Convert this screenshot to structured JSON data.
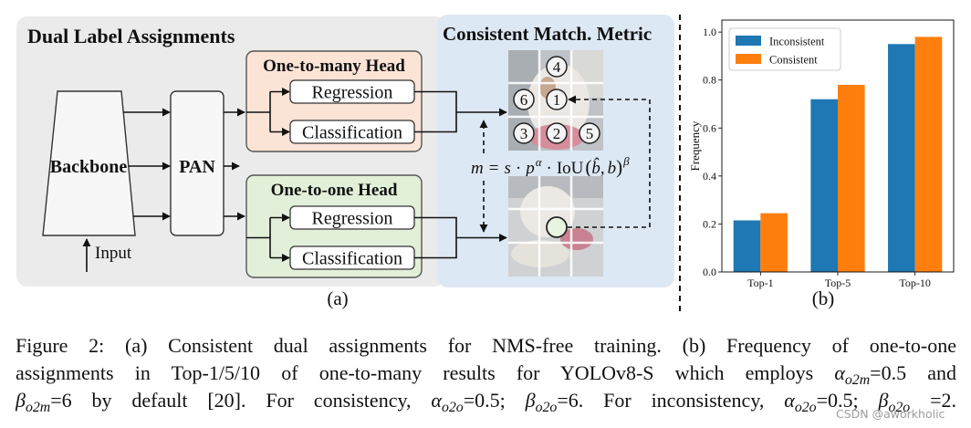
{
  "panel_a": {
    "title": "Dual Label Assignments",
    "backbone": "Backbone",
    "input": "Input",
    "pan": "PAN",
    "one_to_many_head": {
      "title": "One-to-many Head",
      "regression": "Regression",
      "classification": "Classification"
    },
    "one_to_one_head": {
      "title": "One-to-one Head",
      "regression": "Regression",
      "classification": "Classification"
    },
    "label": "(a)"
  },
  "match_metric": {
    "title": "Consistent Match. Metric",
    "formula": {
      "m": "m",
      "equals": "=",
      "s": "s",
      "dot": "·",
      "p": "p",
      "alpha": "α",
      "iou": "IoU",
      "open_paren": "(",
      "b_hat": "b̂",
      "comma": ",",
      "b": "b",
      "close_paren": ")",
      "beta": "β"
    },
    "ranked_predictions": [
      "4",
      "6",
      "1",
      "3",
      "2",
      "5"
    ]
  },
  "panel_b_label": "(b)",
  "chart_data": {
    "type": "bar",
    "categories": [
      "Top-1",
      "Top-5",
      "Top-10"
    ],
    "series": [
      {
        "name": "Inconsistent",
        "values": [
          0.215,
          0.72,
          0.95
        ],
        "color": "#1f77b4"
      },
      {
        "name": "Consistent",
        "values": [
          0.245,
          0.78,
          0.98
        ],
        "color": "#ff7f0e"
      }
    ],
    "ylabel": "Frequency",
    "ylim": [
      0,
      1.05
    ],
    "yticks": [
      0.0,
      0.2,
      0.4,
      0.6,
      0.8,
      1.0
    ],
    "ytick_labels": [
      "0.0",
      "0.2",
      "0.4",
      "0.6",
      "0.8",
      "1.0"
    ],
    "legend_position": "top-left",
    "grid": false
  },
  "caption": {
    "lines": [
      [
        {
          "text": "Figure 2: (a) Consistent dual assignments for NMS-free training. (b) Frequency of one-to-one"
        }
      ],
      [
        {
          "text": "assignments in Top-1/5/10 of one-to-many results for YOLOv8-S which employs "
        },
        {
          "text": "α",
          "italic": true
        },
        {
          "text": "o2m",
          "sub": true
        },
        {
          "text": "=0.5 and"
        }
      ],
      [
        {
          "text": "β",
          "italic": true
        },
        {
          "text": "o2m",
          "sub": true
        },
        {
          "text": "=6 by default [20]. For consistency, "
        },
        {
          "text": "α",
          "italic": true
        },
        {
          "text": "o2o",
          "sub": true
        },
        {
          "text": "=0.5; "
        },
        {
          "text": "β",
          "italic": true
        },
        {
          "text": "o2o",
          "sub": true
        },
        {
          "text": "=6. For inconsistency, "
        },
        {
          "text": "α",
          "italic": true
        },
        {
          "text": "o2o",
          "sub": true
        },
        {
          "text": "=0.5; "
        },
        {
          "text": "β",
          "italic": true
        },
        {
          "text": "o2o",
          "sub": true
        },
        {
          "text": " =2."
        }
      ]
    ]
  },
  "watermark": "CSDN @aworkholic",
  "colors": {
    "left_panel": "#ebebeb",
    "right_panel": "#dce8f4",
    "one_to_many_head": "#fbe4d6",
    "one_to_one_head": "#e2efd9",
    "block_fill": "#f7f7f7"
  }
}
